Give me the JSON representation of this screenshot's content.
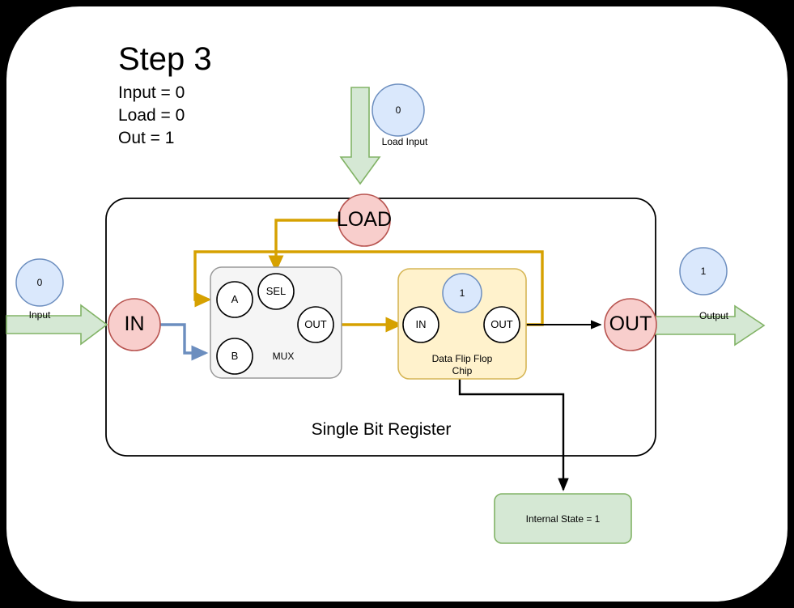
{
  "page": {
    "background": "#000000",
    "canvas_background": "#ffffff"
  },
  "header": {
    "title": "Step 3",
    "lines": [
      "Input = 0",
      "Load = 0",
      "Out = 1"
    ]
  },
  "colors": {
    "blue_fill": "#dae8fc",
    "blue_stroke": "#6c8ebf",
    "red_fill": "#f8cecc",
    "red_stroke": "#b85450",
    "green_fill": "#d5e8d4",
    "green_stroke": "#82b366",
    "yellow_fill": "#ffe6cc",
    "yellow_stroke": "#d79b00",
    "orange_wire": "#d6a100",
    "gray_fill": "#f5f5f5",
    "gray_stroke": "#999999",
    "dff_fill": "#fff2cc",
    "dff_stroke": "#d6b656",
    "black_wire": "#000000",
    "blue_wire": "#6c8ebf"
  },
  "external_io": {
    "load_input": {
      "value": "0",
      "label": "Load Input"
    },
    "input": {
      "value": "0",
      "label": "Input"
    },
    "output": {
      "value": "1",
      "label": "Output"
    }
  },
  "register": {
    "label": "Single Bit Register",
    "ports": {
      "in": "IN",
      "out": "OUT",
      "load": "LOAD"
    }
  },
  "mux": {
    "label": "MUX",
    "ports": {
      "a": "A",
      "b": "B",
      "sel": "SEL",
      "out": "OUT"
    }
  },
  "dff": {
    "label_line1": "Data Flip Flop",
    "label_line2": "Chip",
    "state_value": "1",
    "ports": {
      "in": "IN",
      "out": "OUT"
    }
  },
  "internal_state": {
    "text": "Internal State = 1"
  }
}
